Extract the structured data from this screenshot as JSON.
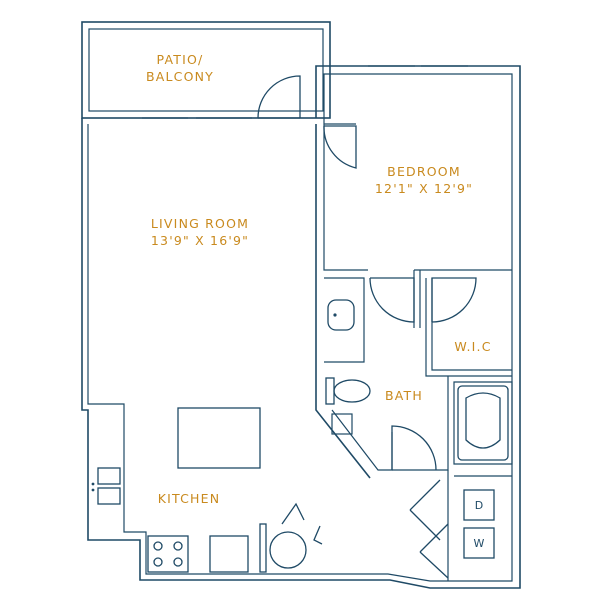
{
  "rooms": {
    "patio": {
      "line1": "PATIO/",
      "line2": "BALCONY"
    },
    "bedroom": {
      "name": "BEDROOM",
      "dims": "12'1\" X 12'9\""
    },
    "living_room": {
      "name": "LIVING ROOM",
      "dims": "13'9\" X 16'9\""
    },
    "wic": {
      "name": "W.I.C"
    },
    "bath": {
      "name": "BATH"
    },
    "kitchen": {
      "name": "KITCHEN"
    }
  },
  "appliances": {
    "dryer": "D",
    "washer": "W"
  },
  "colors": {
    "walls": "#1f4a66",
    "labels": "#c98a1e",
    "background": "#ffffff"
  }
}
